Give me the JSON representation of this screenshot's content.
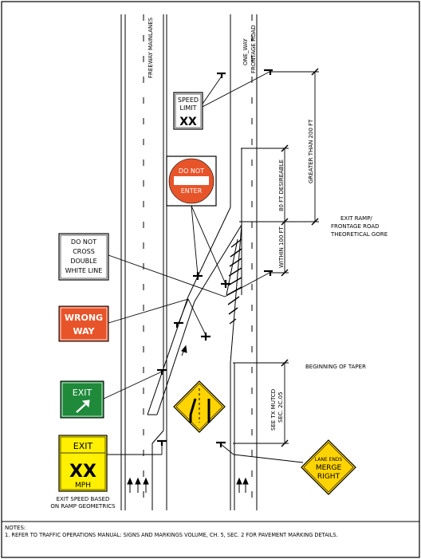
{
  "lanes": {
    "freeway": "FREEWAY MAINLANES",
    "frontage_line1": "ONE_WAY",
    "frontage_line2": "FRONTAGE ROAD"
  },
  "signs": {
    "speed_limit": {
      "line1": "SPEED",
      "line2": "LIMIT",
      "value": "XX"
    },
    "do_not_enter": {
      "top": "DO NOT",
      "bottom": "ENTER",
      "color": "#E8542A"
    },
    "do_not_cross": {
      "lines": [
        "DO NOT",
        "CROSS",
        "DOUBLE",
        "WHITE LINE"
      ]
    },
    "wrong_way": {
      "line1": "WRONG",
      "line2": "WAY",
      "color": "#E8542A"
    },
    "exit_guide": {
      "label": "EXIT",
      "color": "#1E8A3A"
    },
    "exit_speed": {
      "top": "EXIT",
      "value": "XX",
      "unit": "MPH",
      "color": "#FFEF00"
    },
    "merge_warning": {
      "color": "#FFD400"
    },
    "lane_ends": {
      "line1": "LANE ENDS",
      "line2": "MERGE",
      "line3": "RIGHT",
      "color": "#FFD400"
    }
  },
  "dimensions": {
    "greater_than": "GREATER THAN 200 FT",
    "desireable": "80 FT DESIREABLE",
    "within": "WITHIN 100 FT",
    "mutcd_line1": "SEE TX MUTCD",
    "mutcd_line2": "SEC. 2C.05"
  },
  "annotations": {
    "gore_line1": "EXIT RAMP/",
    "gore_line2": "FRONTAGE ROAD",
    "gore_line3": "THEORETICAL GORE",
    "taper": "BEGINNING OF TAPER",
    "exit_speed_line1": "EXIT SPEED BASED",
    "exit_speed_line2": "ON RAMP GEOMETRICS"
  },
  "notes": {
    "title": "NOTES:",
    "line1": "1. REFER TO TRAFFIC OPERATIONS MANUAL: SIGNS AND MARKINGS VOLUME, CH. 5, SEC. 2 FOR PAVEMENT MARKING DETAILS."
  }
}
